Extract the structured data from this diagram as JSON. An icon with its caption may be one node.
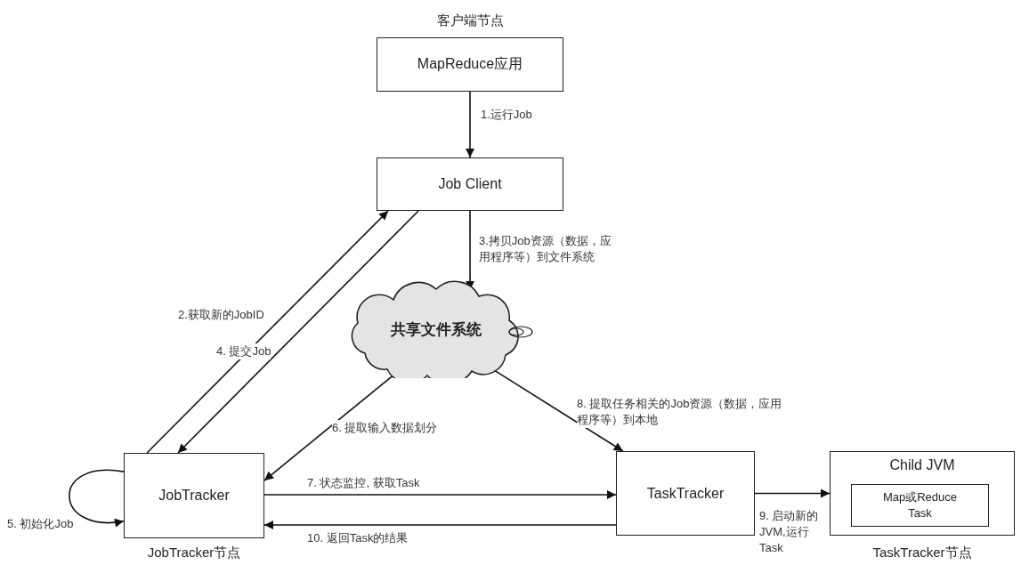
{
  "diagram": {
    "nodes": [
      {
        "text": [
          "MapReduce应用"
        ],
        "beside": [
          "客户端节点"
        ]
      },
      {
        "text": [
          "Job Client"
        ]
      },
      {
        "text": [
          "共享文件系统"
        ]
      },
      {
        "text": [
          "JobTracker"
        ],
        "beside": [
          "JobTracker节点"
        ]
      },
      {
        "text": [
          "TaskTracker"
        ]
      },
      {
        "text": [
          "Child JVM"
        ],
        "beside": [
          "TaskTracker节点"
        ]
      },
      {
        "text": [
          "Map或Reduce Task"
        ],
        "in": 5
      }
    ],
    "edges": [
      {
        "from": 0,
        "to": 1,
        "arrow": "to",
        "label": "1.运行Job"
      },
      {
        "from": 3,
        "to": 1,
        "arrow": "to",
        "label": "2.获取新的JobID"
      },
      {
        "from": 1,
        "to": 2,
        "arrow": "to",
        "label": "3.拷贝Job资源（数据，应用程序等）到文件系统"
      },
      {
        "from": 1,
        "to": 3,
        "arrow": "to",
        "label": "4. 提交Job"
      },
      {
        "from": 3,
        "to": 3,
        "arrow": "to",
        "label": "5. 初始化Job"
      },
      {
        "from": 2,
        "to": 3,
        "arrow": "to",
        "label": "6. 提取输入数据划分"
      },
      {
        "from": 3,
        "to": 4,
        "arrow": "to",
        "label": "7. 状态监控, 获取Task"
      },
      {
        "from": 2,
        "to": 4,
        "arrow": "to",
        "label": "8. 提取任务相关的Job资源（数据，应用程序等）到本地"
      },
      {
        "from": 4,
        "to": 5,
        "arrow": "to",
        "label": "9. 启动新的JVM,运行Task"
      },
      {
        "from": 4,
        "to": 3,
        "arrow": "to",
        "label": "10. 返回Task的结果"
      }
    ]
  }
}
